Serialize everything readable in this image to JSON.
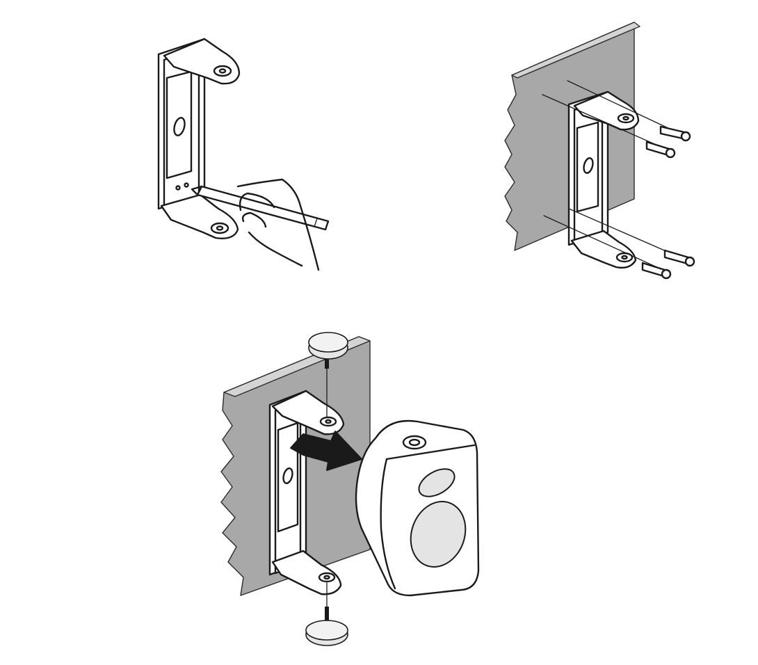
{
  "figure": {
    "steps": [
      {
        "name": "mark-holes"
      },
      {
        "name": "screw-bracket-to-wall"
      },
      {
        "name": "attach-speaker"
      }
    ],
    "colors": {
      "wall": "#a8a8a8",
      "wall_edge": "#d4d4d4",
      "line": "#1a1a1a",
      "background": "#ffffff"
    }
  }
}
